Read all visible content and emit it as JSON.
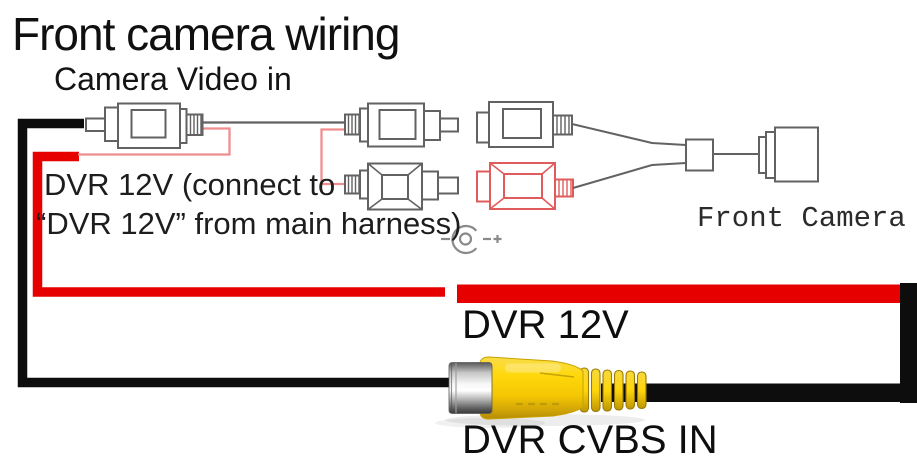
{
  "labels": {
    "title": "Front camera wiring",
    "camera_video_in": "Camera Video in",
    "dvr12v_note_line1": "DVR 12V (connect to",
    "dvr12v_note_line2": "“DVR 12V” from main harness)",
    "front_camera": "Front Camera",
    "dvr_12v": "DVR 12V",
    "dvr_cvbs_in": "DVR CVBS IN"
  },
  "icons": {
    "dc_polarity": "dc-polarity-center-positive-icon",
    "camera": "front-camera-sketch-icon",
    "yellow_rca": "yellow-rca-jack-photo"
  },
  "colors": {
    "wire_red": "#e60000",
    "wire_black": "#0d0d0d",
    "wire_pink": "#ef8e8e",
    "connector_red": "#e05c5c",
    "outline_gray": "#626262",
    "rca_yellow": "#ffd400"
  }
}
